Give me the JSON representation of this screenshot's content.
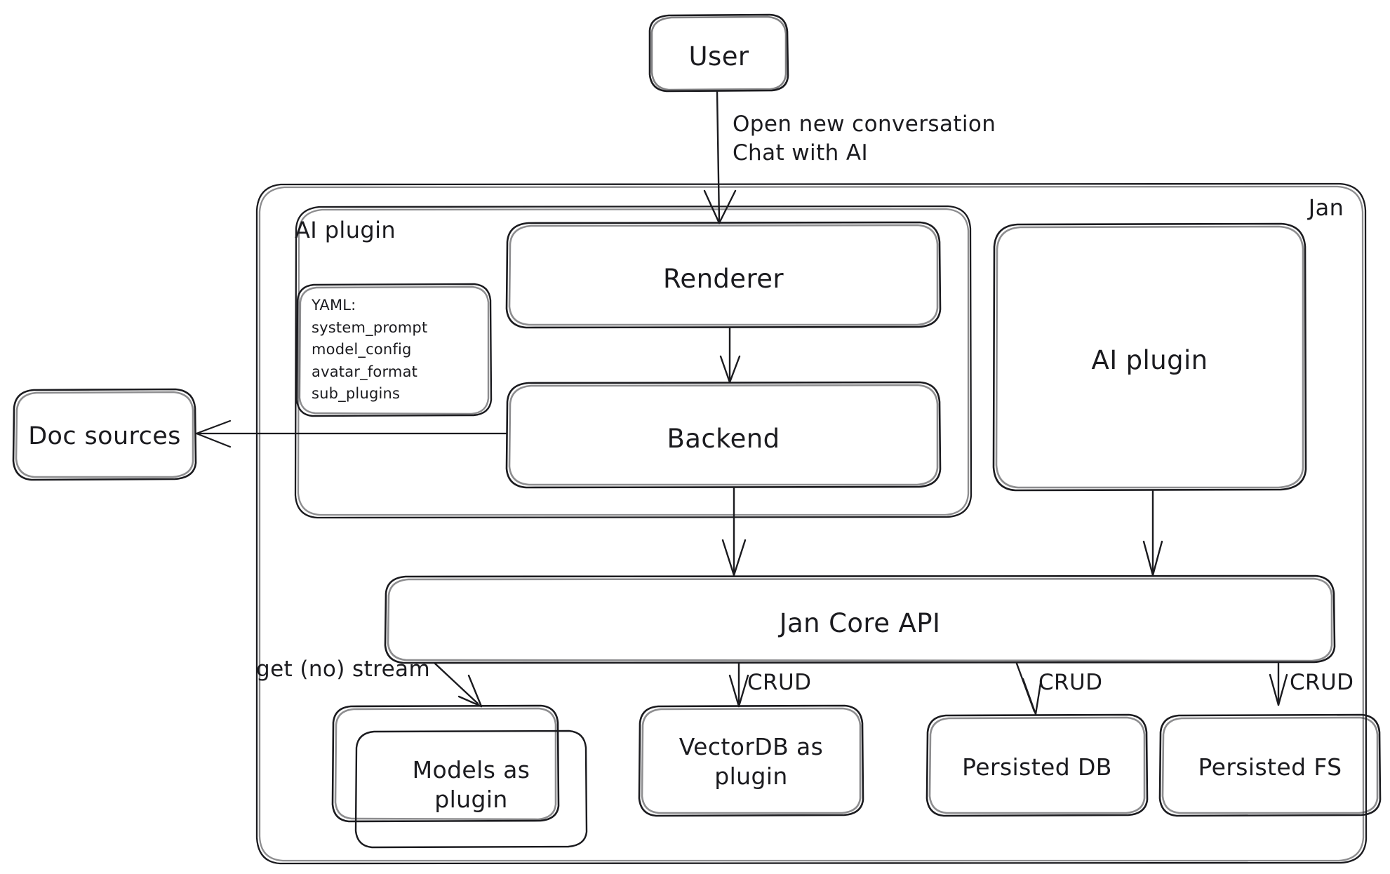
{
  "diagram": {
    "title_visible": false,
    "style": "hand-drawn-excalidraw",
    "stroke_color": "#1b1b1f",
    "background_color": "#ffffff"
  },
  "containers": {
    "jan": {
      "label": "Jan"
    },
    "ai_plugin_group": {
      "label": "AI plugin"
    }
  },
  "nodes": {
    "user": {
      "label": "User"
    },
    "renderer": {
      "label": "Renderer"
    },
    "backend": {
      "label": "Backend"
    },
    "ai_plugin_box": {
      "label": "AI plugin"
    },
    "doc_sources": {
      "label": "Doc sources"
    },
    "jan_core_api": {
      "label": "Jan Core API"
    },
    "models_as_plugin": {
      "label": "Models as\nplugin"
    },
    "vectordb_as_plugin": {
      "label": "VectorDB as\nplugin"
    },
    "persisted_db": {
      "label": "Persisted DB"
    },
    "persisted_fs": {
      "label": "Persisted FS"
    }
  },
  "yaml_note": {
    "header": "YAML:",
    "lines": [
      "system_prompt",
      "model_config",
      "avatar_format",
      "sub_plugins"
    ],
    "text": "YAML:\nsystem_prompt\nmodel_config\navatar_format\nsub_plugins"
  },
  "edges": [
    {
      "id": "user-to-renderer",
      "from": "user",
      "to": "renderer",
      "label": "Open new conversation\nChat with AI"
    },
    {
      "id": "renderer-to-backend",
      "from": "renderer",
      "to": "backend",
      "label": ""
    },
    {
      "id": "backend-to-doc-sources",
      "from": "backend",
      "to": "doc_sources",
      "label": ""
    },
    {
      "id": "backend-to-jan-core-api",
      "from": "backend",
      "to": "jan_core_api",
      "label": ""
    },
    {
      "id": "ai-plugin-to-jan-core-api",
      "from": "ai_plugin_box",
      "to": "jan_core_api",
      "label": ""
    },
    {
      "id": "api-to-models",
      "from": "jan_core_api",
      "to": "models_as_plugin",
      "label": "get (no) stream"
    },
    {
      "id": "api-to-vectordb",
      "from": "jan_core_api",
      "to": "vectordb_as_plugin",
      "label": "CRUD"
    },
    {
      "id": "api-to-persisted-db",
      "from": "jan_core_api",
      "to": "persisted_db",
      "label": "CRUD"
    },
    {
      "id": "api-to-persisted-fs",
      "from": "jan_core_api",
      "to": "persisted_fs",
      "label": "CRUD"
    }
  ],
  "edge_labels": {
    "user_flow": "Open new conversation\nChat with AI",
    "get_no_stream": "get (no) stream",
    "crud_vectordb": "CRUD",
    "crud_persisted_db": "CRUD",
    "crud_persisted_fs": "CRUD"
  }
}
